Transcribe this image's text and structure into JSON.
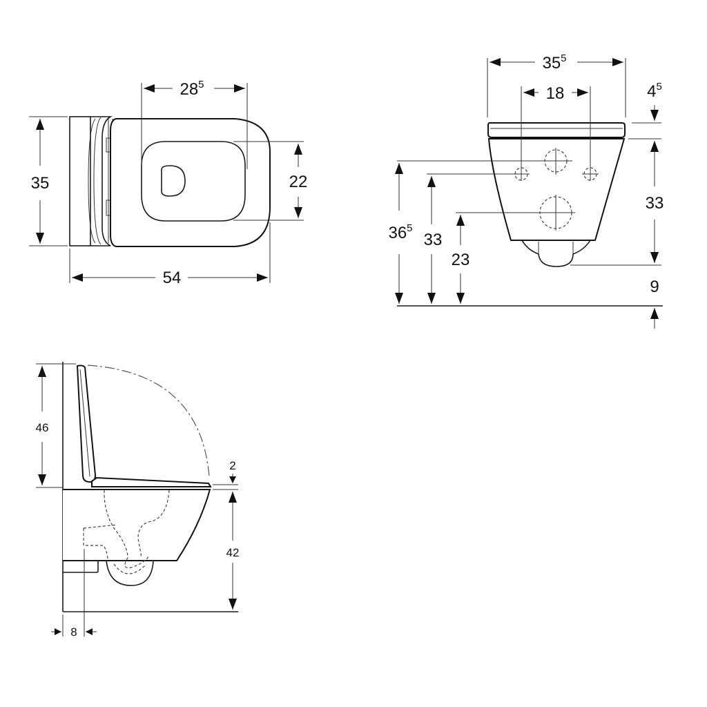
{
  "drawing": {
    "type": "technical dimension drawing",
    "units": "cm",
    "line_color": "#111111",
    "background": "#ffffff"
  },
  "top_view": {
    "dims": {
      "overall_width": {
        "main": "35",
        "sup": ""
      },
      "overall_length": {
        "main": "54",
        "sup": ""
      },
      "seat_opening_length": {
        "main": "28",
        "sup": "5"
      },
      "seat_opening_width": {
        "main": "22",
        "sup": ""
      }
    }
  },
  "rear_view": {
    "dims": {
      "overall_width": {
        "main": "35",
        "sup": "5"
      },
      "bolt_spacing": {
        "main": "18",
        "sup": ""
      },
      "seat_thickness": {
        "main": "4",
        "sup": "5"
      },
      "body_height": {
        "main": "33",
        "sup": ""
      },
      "bottom_to_floor_ref": {
        "main": "9",
        "sup": ""
      },
      "inlet_height": {
        "main": "36",
        "sup": "5"
      },
      "bolt_height": {
        "main": "33",
        "sup": ""
      },
      "outlet_height": {
        "main": "23",
        "sup": ""
      }
    }
  },
  "side_view": {
    "dims": {
      "lid_open_height": {
        "main": "46",
        "sup": ""
      },
      "seat_gap": {
        "main": "2",
        "sup": ""
      },
      "rim_height": {
        "main": "42",
        "sup": ""
      },
      "wall_offset": {
        "main": "8",
        "sup": ""
      }
    }
  }
}
